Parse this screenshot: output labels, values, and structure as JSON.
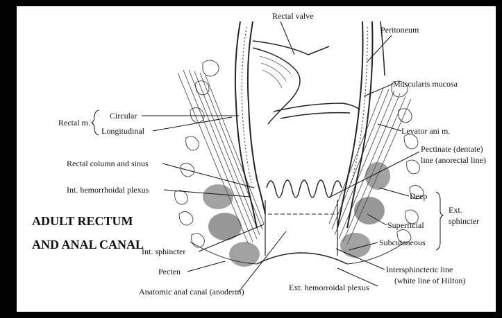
{
  "title_lines": [
    "ADULT RECTUM",
    "AND ANAL CANAL"
  ],
  "labels": {
    "rectal_valve": "Rectal valve",
    "peritoneum": "Peritoneum",
    "muscularis_mucosa": "Muscularis mucosa",
    "levator_ani": "Levator ani m.",
    "rectal_m": "Rectal m.",
    "circular": "Circular",
    "longitudinal": "Longitudinal",
    "rectal_column": "Rectal column and sinus",
    "int_hemorrhoidal": "Int. hemorrhoidal plexus",
    "pectinate_1": "Pectinate (dentate)",
    "pectinate_2": "line (anorectal line)",
    "deep": "Deep",
    "superficial": "Superficial",
    "subcutaneous": "Subcutaneous",
    "ext_1": "Ext.",
    "ext_2": "sphincter",
    "int_sphincter": "Int. sphincter",
    "pecten": "Pecten",
    "intersphincteric_1": "Intersphincteric line",
    "intersphincteric_2": "(white line of Hilton)",
    "anatomic_canal": "Anatomic anal canal (anoderm)",
    "ext_hemorrhoidal": "Ext. hemorroidal plexus"
  }
}
